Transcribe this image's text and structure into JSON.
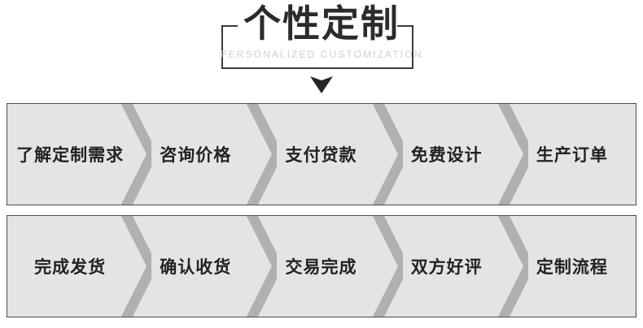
{
  "header": {
    "title_main": "个性定制",
    "title_sub": "PERSONALIZED CUSTOMIZATION",
    "arrow_icon": "down-triangle-icon",
    "frame_color": "#3b3b3b",
    "title_color": "#2b2b2b",
    "subtitle_color": "#cfcfcf"
  },
  "flow": {
    "panel_bg": "#e4e4e4",
    "panel_border": "#4a4a4a",
    "chevron_color": "#b0b0b0",
    "chevron_icon": "chevron-right-icon",
    "rows": [
      {
        "steps": [
          {
            "label": "了解定制需求"
          },
          {
            "label": "咨询价格"
          },
          {
            "label": "支付贷款"
          },
          {
            "label": "免费设计"
          },
          {
            "label": "生产订单"
          }
        ]
      },
      {
        "steps": [
          {
            "label": "完成发货"
          },
          {
            "label": "确认收货"
          },
          {
            "label": "交易完成"
          },
          {
            "label": "双方好评"
          },
          {
            "label": "定制流程"
          }
        ]
      }
    ]
  }
}
